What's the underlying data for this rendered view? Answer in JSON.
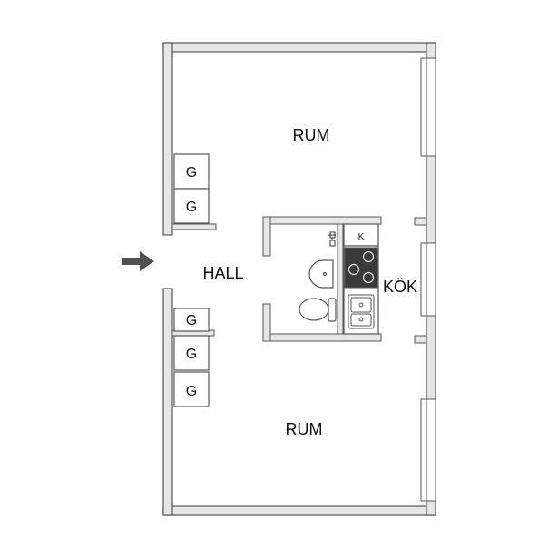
{
  "rooms": {
    "rum_top": "RUM",
    "rum_bottom": "RUM",
    "hall": "HALL",
    "kitchen": "KÖK"
  },
  "wardrobes": {
    "label_1": "G",
    "label_2": "G",
    "label_3": "G",
    "label_4": "G",
    "label_5": "G"
  },
  "fridge": {
    "label": "K"
  },
  "icons": {
    "entrance": "entrance-arrow-icon",
    "stove": "stove-icon",
    "sink": "sink-icon",
    "toilet": "toilet-icon",
    "washbasin": "washbasin-icon",
    "faucet": "faucet-icon"
  },
  "colors": {
    "wall_fill": "#e6e6e6",
    "wall_stroke": "#555555",
    "stove_fill": "#3a3a3a",
    "arrow_fill": "#505050"
  }
}
